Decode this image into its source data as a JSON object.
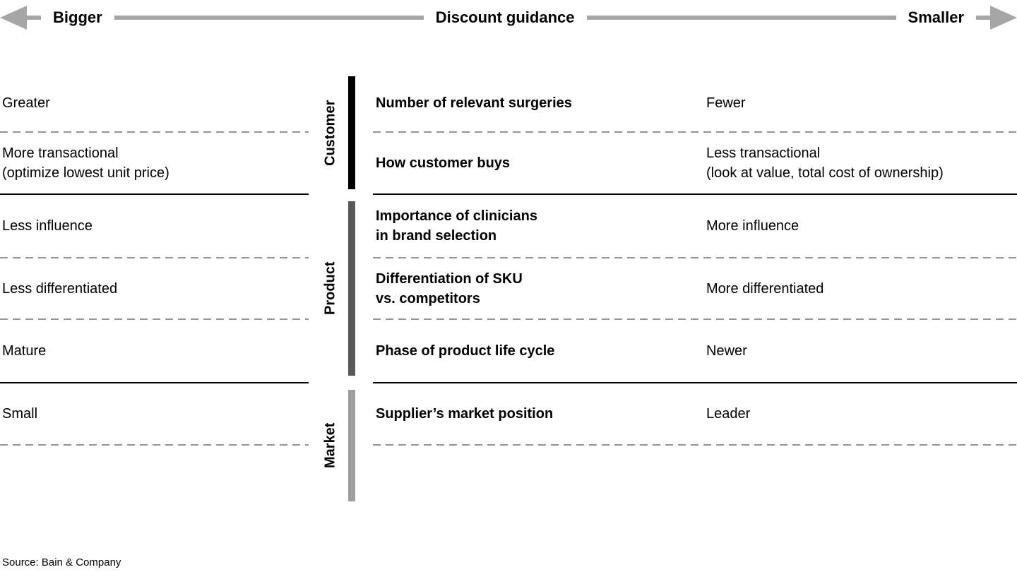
{
  "header": {
    "left_label": "Bigger",
    "title": "Discount guidance",
    "right_label": "Smaller"
  },
  "sections": [
    {
      "label": "Customer",
      "bar_color": "#000000",
      "rows": [
        {
          "bigger": "Greater",
          "factor": "Number of relevant surgeries",
          "smaller": "Fewer"
        },
        {
          "bigger": "More transactional\n(optimize lowest unit price)",
          "factor": "How customer buys",
          "smaller": "Less transactional\n(look at value, total cost of ownership)"
        }
      ]
    },
    {
      "label": "Product",
      "bar_color": "#595959",
      "rows": [
        {
          "bigger": "Less influence",
          "factor": "Importance of clinicians\nin brand selection",
          "smaller": "More influence"
        },
        {
          "bigger": "Less differentiated",
          "factor": "Differentiation of SKU\nvs. competitors",
          "smaller": "More differentiated"
        },
        {
          "bigger": "Mature",
          "factor": "Phase of product life cycle",
          "smaller": "Newer"
        }
      ]
    },
    {
      "label": "Market",
      "bar_color": "#9e9e9e",
      "rows": [
        {
          "bigger": "Small",
          "factor": "Supplier’s market position",
          "smaller": "Leader"
        }
      ]
    }
  ],
  "source": "Source: Bain & Company",
  "colors": {
    "arrow_gray": "#a6a6a6",
    "dashed_line": "#949494",
    "solid_line": "#000000"
  }
}
